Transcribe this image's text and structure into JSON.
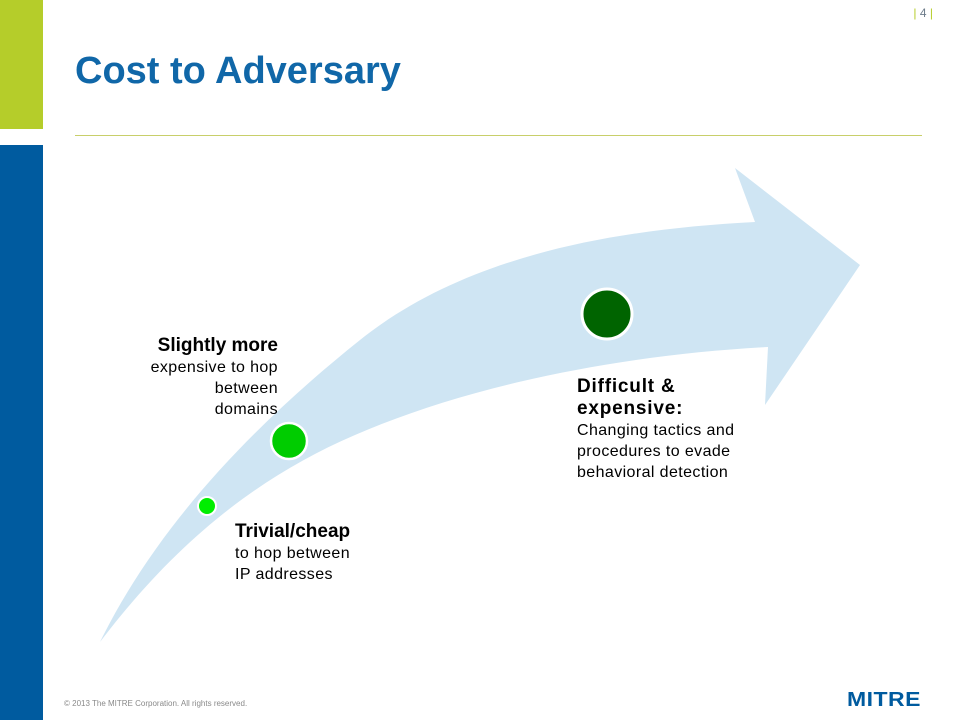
{
  "slide": {
    "title": "Cost to Adversary",
    "page_number": "4",
    "page_sep": "|",
    "copyright": "© 2013 The MITRE Corporation. All rights reserved.",
    "logo_text": "MITRE"
  },
  "colors": {
    "brand_blue": "#005b9f",
    "accent_green": "#b5cd2a",
    "title_blue": "#1067a8",
    "arrow_fill": "#cfe5f3",
    "dot_light": "#00ee00",
    "dot_mid": "#00cc00",
    "dot_dark": "#006400"
  },
  "stages": [
    {
      "head": "Trivial/cheap",
      "desc": [
        "to hop between",
        "IP addresses"
      ],
      "level": "light"
    },
    {
      "head": "Slightly more",
      "desc": [
        "expensive to hop",
        "between",
        "domains"
      ],
      "level": "mid"
    },
    {
      "head": "Difficult &",
      "head2": "expensive:",
      "desc": [
        "Changing tactics and",
        "procedures to evade",
        "behavioral detection"
      ],
      "level": "dark"
    }
  ]
}
